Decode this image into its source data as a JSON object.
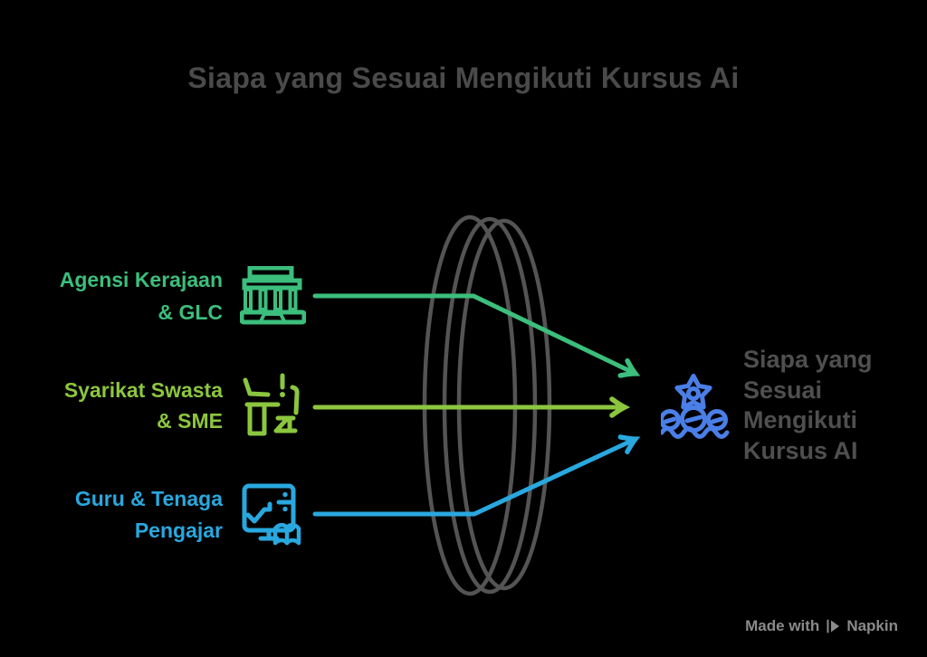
{
  "title": "Siapa yang Sesuai Mengikuti Kursus Ai",
  "sources": [
    {
      "line1": "Agensi Kerajaan",
      "line2": "& GLC",
      "color": "#3CBE7C",
      "icon": "government-bank-icon"
    },
    {
      "line1": "Syarikat Swasta",
      "line2": "& SME",
      "color": "#8CC63E",
      "icon": "office-desk-chair-icon"
    },
    {
      "line1": "Guru & Tenaga",
      "line2": "Pengajar",
      "color": "#29A8DF",
      "icon": "teaching-board-book-icon"
    }
  ],
  "target": {
    "line1": "Siapa yang",
    "line2": "Sesuai",
    "line3": "Mengikuti",
    "line4": "Kursus AI",
    "color": "#4A7FE8",
    "icon": "team-gear-icon",
    "text_color": "#4F4F4F"
  },
  "lens": {
    "color": "#545454"
  },
  "watermark": {
    "prefix": "Made with",
    "brand": "Napkin"
  }
}
